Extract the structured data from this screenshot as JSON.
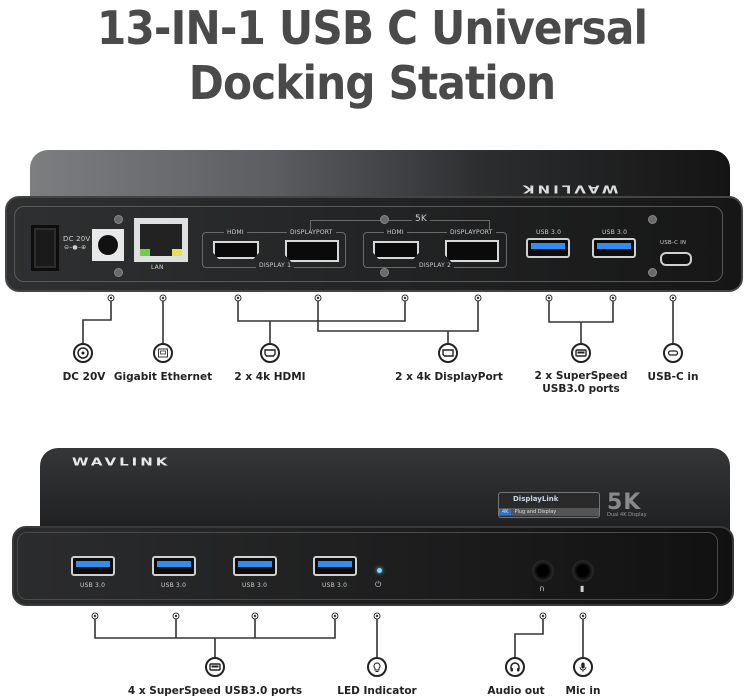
{
  "title": {
    "line1": "13-IN-1 USB C Universal",
    "line2": "Docking Station"
  },
  "brand": "WAVLINK",
  "rear_panel": {
    "dc_label": "DC 20V",
    "lan_label": "LAN",
    "group_5k_label": "5K",
    "display1": {
      "label": "DISPLAY 1",
      "hdmi": "HDMI",
      "displayport": "DISPLAYPORT"
    },
    "display2": {
      "label": "DISPLAY 2",
      "hdmi": "HDMI",
      "displayport": "DISPLAYPORT"
    },
    "usb_ports": [
      "USB 3.0",
      "USB 3.0"
    ],
    "usbc_label": "USB-C IN"
  },
  "rear_callouts": [
    {
      "id": "dc",
      "icon": "dc-power-icon",
      "label": "DC 20V"
    },
    {
      "id": "ethernet",
      "icon": "ethernet-icon",
      "label": "Gigabit Ethernet"
    },
    {
      "id": "hdmi",
      "icon": "hdmi-icon",
      "label": "2 x 4k HDMI"
    },
    {
      "id": "displayport",
      "icon": "displayport-icon",
      "label": "2 x 4k DisplayPort"
    },
    {
      "id": "usb",
      "icon": "usb-a-icon",
      "label_line1": "2 x SuperSpeed",
      "label_line2": "USB3.0 ports"
    },
    {
      "id": "usbc",
      "icon": "usb-c-icon",
      "label": "USB-C in"
    }
  ],
  "front_panel": {
    "usb_ports": [
      "USB 3.0",
      "USB 3.0",
      "USB 3.0",
      "USB 3.0"
    ],
    "power_glyph": "⏻",
    "displaylink_badge": {
      "name": "DisplayLink",
      "tag": "4K",
      "sub": "Plug and Display"
    },
    "fivek": {
      "big": "5K",
      "sub": "Dual 4K Display"
    }
  },
  "front_callouts": [
    {
      "id": "usb4",
      "icon": "usb-a-icon",
      "label": "4 x SuperSpeed USB3.0 ports"
    },
    {
      "id": "led",
      "icon": "light-bulb-icon",
      "label": "LED Indicator"
    },
    {
      "id": "audio",
      "icon": "headphones-icon",
      "label": "Audio out"
    },
    {
      "id": "mic",
      "icon": "microphone-icon",
      "label": "Mic in"
    }
  ],
  "colors": {
    "title": "#4a4a4a",
    "usb_blue": "#2e8ff0",
    "lan_led_green": "#6bd14a",
    "lan_led_yellow": "#e8e052",
    "led_indicator": "#7fd6ff",
    "callout": "#222222"
  }
}
